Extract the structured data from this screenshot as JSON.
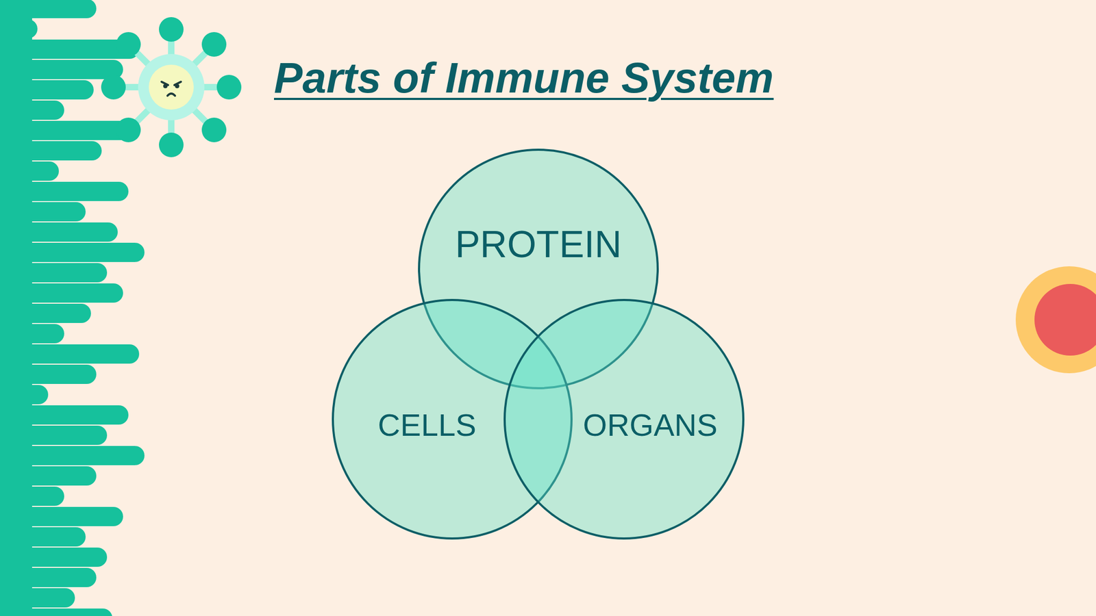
{
  "diagram": {
    "title": "Parts of Immune System",
    "nodes": [
      {
        "text": [
          "PROTEIN"
        ]
      },
      {
        "text": [
          "CELLS"
        ]
      },
      {
        "text": [
          "ORGANS"
        ]
      }
    ]
  }
}
